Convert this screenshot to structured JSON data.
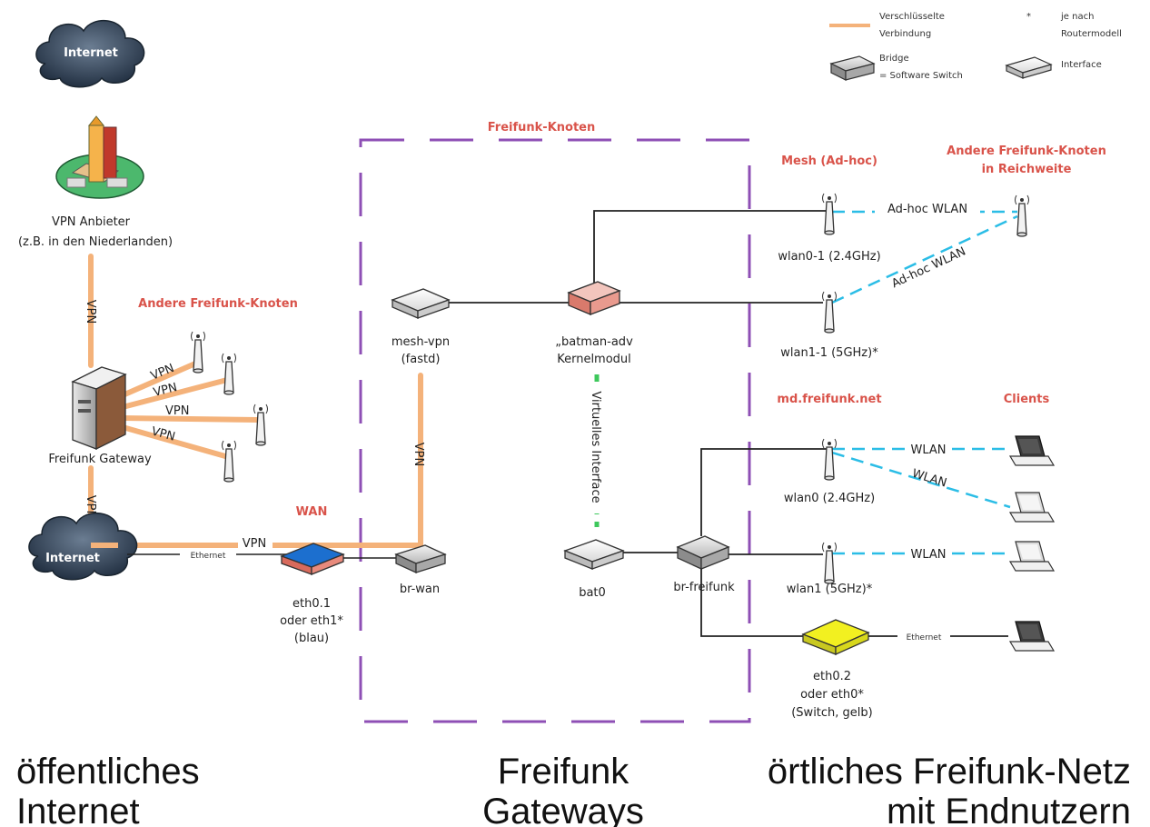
{
  "legend": {
    "encrypted_label_1": "Verschlüsselte",
    "encrypted_label_2": "Verbindung",
    "router_note_star": "*",
    "router_note_1": "je nach",
    "router_note_2": "Routermodell",
    "bridge_label_1": "Bridge",
    "bridge_label_2": "= Software Switch",
    "interface_label": "Interface"
  },
  "left": {
    "internet_top": "Internet",
    "vpn_provider_1": "VPN Anbieter",
    "vpn_provider_2": "(z.B. in den Niederlanden)",
    "vpn_vertical": "VPN",
    "other_nodes": "Andere Freifunk-Knoten",
    "vpn_a": "VPN",
    "vpn_b": "VPN",
    "vpn_c": "VPN",
    "vpn_d": "VPN",
    "gateway": "Freifunk Gateway",
    "vpn_vertical_2": "VPN",
    "internet_bottom": "Internet",
    "ethernet": "Ethernet",
    "vpn_horizontal": "VPN",
    "wan": "WAN",
    "eth01_1": "eth0.1",
    "eth01_2": "oder eth1*",
    "eth01_3": "(blau)",
    "br_wan": "br-wan"
  },
  "node": {
    "title": "Freifunk-Knoten",
    "mesh_vpn_1": "mesh-vpn",
    "mesh_vpn_2": "(fastd)",
    "vpn_link": "VPN",
    "batman_1": "„batman-adv",
    "batman_2": "Kernelmodul",
    "virtual_iface": "Virtuelles Interface",
    "bat0": "bat0",
    "br_freifunk": "br-freifunk"
  },
  "right": {
    "mesh_title": "Mesh (Ad-hoc)",
    "other_nodes_1": "Andere Freifunk-Knoten",
    "other_nodes_2": "in Reichweite",
    "adhoc_1": "Ad-hoc WLAN",
    "adhoc_2": "Ad-hoc WLAN",
    "wlan01": "wlan0-1 (2.4GHz)",
    "wlan11": "wlan1-1 (5GHz)*",
    "md_title": "md.freifunk.net",
    "clients_title": "Clients",
    "wlan_a": "WLAN",
    "wlan_b": "WLAN",
    "wlan_c": "WLAN",
    "wlan0": "wlan0 (2.4GHz)",
    "wlan1": "wlan1 (5GHz)*",
    "ethernet": "Ethernet",
    "eth02_1": "eth0.2",
    "eth02_2": "oder eth0*",
    "eth02_3": "(Switch, gelb)"
  },
  "bottom": {
    "left_1": "öffentliches",
    "left_2": "Internet",
    "mid_1": "Freifunk",
    "mid_2": "Gateways",
    "right_1": "örtliches Freifunk-Netz",
    "right_2": "mit Endnutzern"
  },
  "colors": {
    "vpn_orange": "#f4b27a",
    "node_border": "#8e4fb5",
    "wlan_cyan": "#2bbde6",
    "red_label": "#d9534a",
    "blue_iface": "#1c6fcf",
    "yellow_iface": "#f2f020",
    "batman_red": "#e99a8e",
    "virtual_green": "#3ec85c"
  },
  "icons": [
    "internet-cloud",
    "vpn-provider-building",
    "server",
    "antenna",
    "router",
    "laptop",
    "bridge",
    "interface"
  ]
}
